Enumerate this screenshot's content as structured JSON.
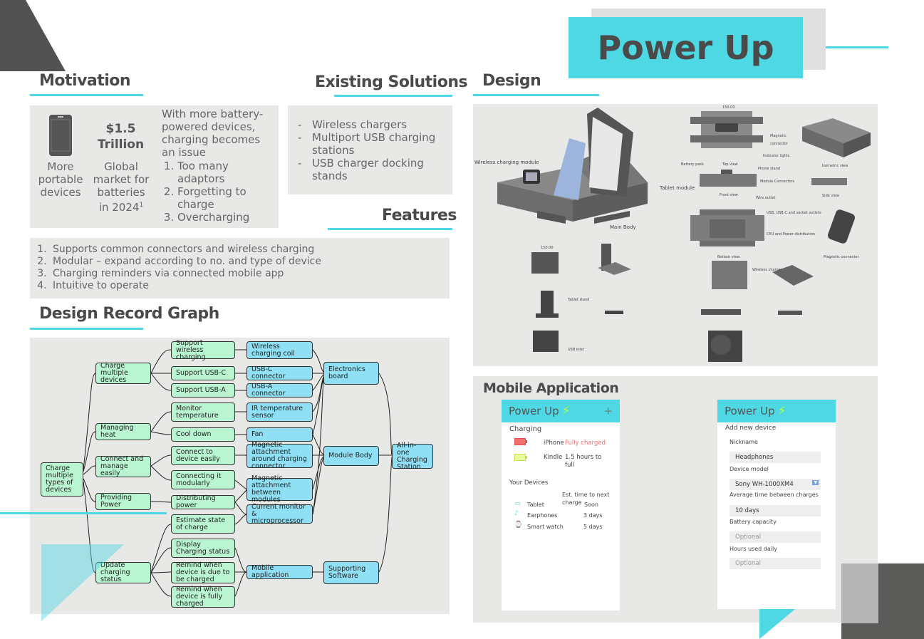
{
  "title": "Power Up",
  "motivation": {
    "heading": "Motivation",
    "col1": "More portable devices",
    "stat": "$1.5 Trillion",
    "col2": "Global market for batteries in 2024",
    "footnote": "1",
    "intro": "With more battery-powered devices, charging becomes an issue",
    "issues": [
      "Too many adaptors",
      "Forgetting to charge",
      "Overcharging"
    ]
  },
  "existing": {
    "heading": "Existing Solutions",
    "items": [
      "Wireless chargers",
      "Multiport USB charging stations",
      "USB charger docking stands"
    ]
  },
  "features": {
    "heading": "Features",
    "items": [
      "Supports common connectors and wireless charging",
      "Modular – expand according to no. and type of device",
      "Charging reminders via connected mobile app",
      "Intuitive to operate"
    ]
  },
  "graph": {
    "heading": "Design Record Graph",
    "n_root": "Charge multiple types of devices",
    "n_cm": "Charge multiple devices",
    "n_mh": "Managing heat",
    "n_ce": "Connect and manage  easily",
    "n_pp": "Providing Power",
    "n_uc": "Update charging status",
    "n_sw": "Support wireless charging",
    "n_sc": "Support USB-C",
    "n_sa": "Support USB-A",
    "n_mt": "Monitor temperature",
    "n_cd": "Cool down",
    "n_ctc": "Connect to device easily",
    "n_cim": "Connecting it modularly",
    "n_dp": "Distributing power",
    "n_es": "Estimate state of charge",
    "n_dc": "Display Charging status",
    "n_rd": "Remind when device is due to be charged",
    "n_rf": "Remind when device is fully charged",
    "n_wc": "Wireless charging coil",
    "n_ucc": "USB-C connector",
    "n_uac": "USB-A connector",
    "n_ir": "IR temperature sensor",
    "n_fan": "Fan",
    "n_ma": "Magnetic attachment around charging connector",
    "n_mb": "Magnetic attachment between modules",
    "n_cmm": "Current monitor & microprocessor",
    "n_app": "Mobile application",
    "n_eb": "Electronics board",
    "n_body": "Module Body",
    "n_ss": "Supporting Software",
    "n_all": "All-in-one Charging Station"
  },
  "design": {
    "heading": "Design",
    "labels": {
      "wcm": "Wireless charging module",
      "tm": "Tablet module",
      "mb": "Main Body",
      "bp": "Battery pack",
      "tv": "Top view",
      "ps": "Phone stand",
      "mc": "Magnetic connector",
      "il": "Indicator lights",
      "iv": "Isometric view",
      "mcon": "Module Connectors",
      "fv": "Front view",
      "wo": "Wire outlet",
      "sv": "Side view",
      "usb": "USB, USB-C and socket outlets",
      "cpu": "CPU and Power distribution",
      "bv": "Bottom view",
      "mcn": "Magnetic connector",
      "ts": "Tablet stand",
      "ui": "USB inlet",
      "wch": "Wireless charger",
      "dim1": "150.00",
      "dim2": "150.00"
    }
  },
  "mobile": {
    "heading": "Mobile Application",
    "app_title": "Power Up",
    "plus": "+",
    "charging": "Charging",
    "dev1": "iPhone",
    "dev1_status": "Fully charged",
    "dev2": "Kindle",
    "dev2_status": "1.5 hours to full",
    "your_devices": "Your Devices",
    "est": "Est. time to next charge",
    "rows": [
      {
        "name": "Tablet",
        "time": "Soon"
      },
      {
        "name": "Earphones",
        "time": "3 days"
      },
      {
        "name": "Smart watch",
        "time": "5 days"
      }
    ],
    "add_title": "Add new device",
    "nickname_label": "Nickname",
    "nickname": "Headphones",
    "model_label": "Device model",
    "model": "Sony WH-1000XM4",
    "avg_label": "Average time between charges",
    "avg": "10 days",
    "cap_label": "Battery capacity",
    "cap": "Optional",
    "hours_label": "Hours used daily",
    "hours": "Optional"
  },
  "colors": {
    "accent": "#4dd8e4",
    "green_node": "#b8f5d0",
    "blue_node": "#8fe0f4",
    "panel": "#e8e8e6",
    "dark": "#4f4f4f"
  }
}
